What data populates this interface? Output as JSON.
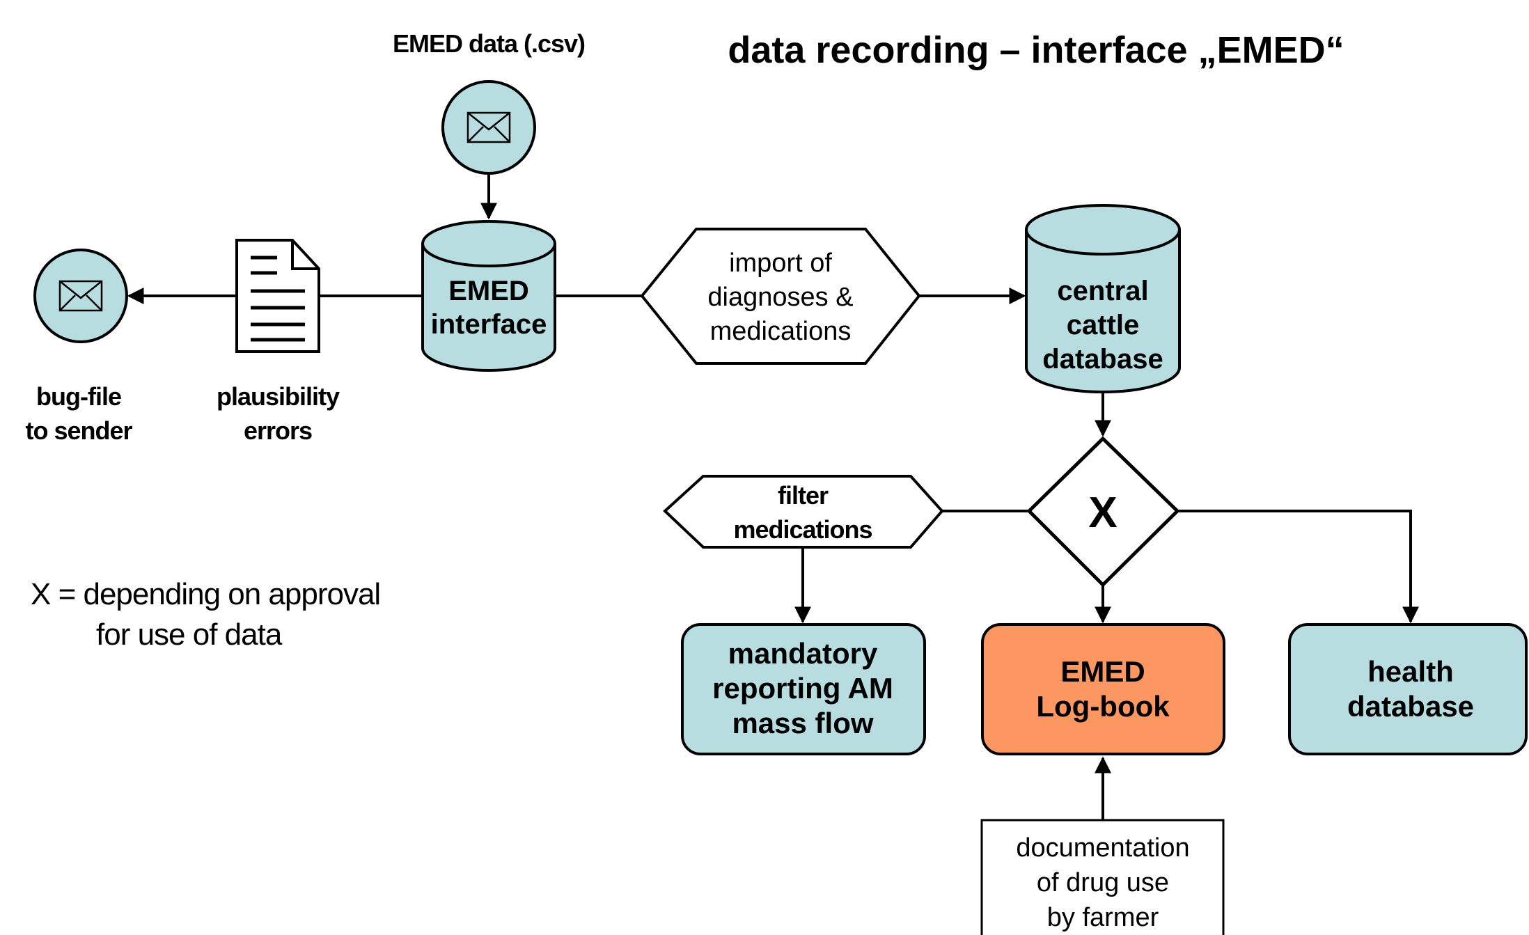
{
  "title": "data recording – interface „EMED“",
  "source": {
    "label": "EMED data (.csv)",
    "icon": "envelope-icon"
  },
  "emed_interface": {
    "lines": [
      "EMED",
      "interface"
    ]
  },
  "plausibility": {
    "icon": "document-icon",
    "lines": [
      "plausibility",
      "errors"
    ]
  },
  "bug_file": {
    "icon": "envelope-icon",
    "lines": [
      "bug-file",
      "to sender"
    ]
  },
  "import_step": {
    "lines": [
      "import of",
      "diagnoses  &",
      "medications"
    ]
  },
  "central_db": {
    "lines": [
      "central",
      "cattle",
      "database"
    ]
  },
  "decision": {
    "symbol": "X"
  },
  "filter_step": {
    "lines": [
      "filter",
      "medications"
    ]
  },
  "outputs": {
    "mandatory": {
      "lines": [
        "mandatory",
        "reporting AM",
        "mass flow"
      ]
    },
    "logbook": {
      "lines": [
        "EMED",
        "Log-book"
      ]
    },
    "health": {
      "lines": [
        "health",
        "database"
      ]
    }
  },
  "farmer_doc": {
    "lines": [
      "documentation",
      "of drug use",
      "by farmer"
    ]
  },
  "legend": {
    "lines": [
      "X = depending on approval",
      "for use of data"
    ]
  },
  "colors": {
    "teal": "#b7dde1",
    "orange": "#fd9761",
    "stroke": "#000000"
  }
}
